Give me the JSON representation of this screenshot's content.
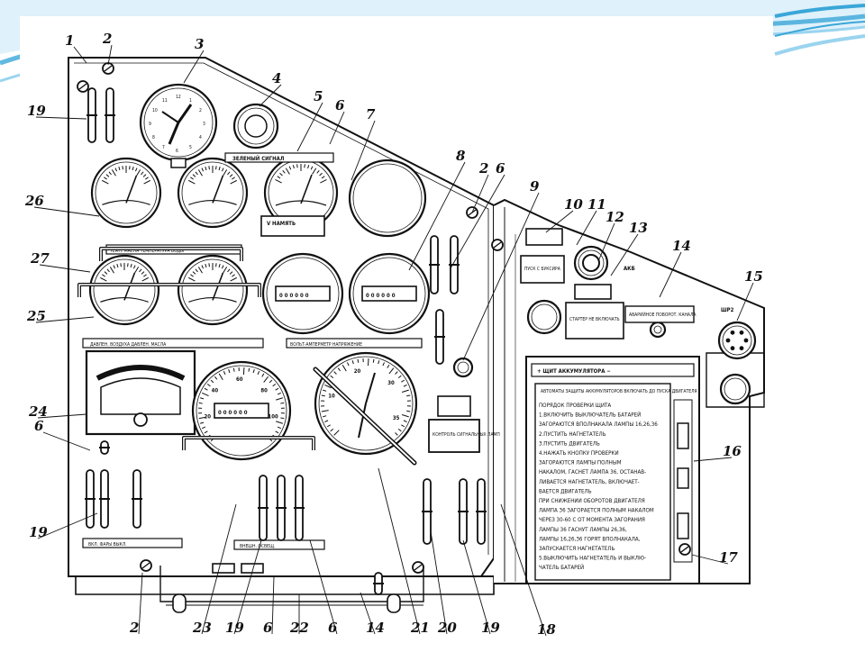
{
  "callouts": [
    {
      "n": "1"
    },
    {
      "n": "2"
    },
    {
      "n": "3"
    },
    {
      "n": "4"
    },
    {
      "n": "5"
    },
    {
      "n": "6"
    },
    {
      "n": "7"
    },
    {
      "n": "8"
    },
    {
      "n": "2"
    },
    {
      "n": "6"
    },
    {
      "n": "9"
    },
    {
      "n": "10"
    },
    {
      "n": "11"
    },
    {
      "n": "12"
    },
    {
      "n": "13"
    },
    {
      "n": "14"
    },
    {
      "n": "15"
    },
    {
      "n": "19"
    },
    {
      "n": "26"
    },
    {
      "n": "27"
    },
    {
      "n": "25"
    },
    {
      "n": "24"
    },
    {
      "n": "6"
    },
    {
      "n": "19"
    },
    {
      "n": "16"
    },
    {
      "n": "17"
    },
    {
      "n": "2"
    },
    {
      "n": "23"
    },
    {
      "n": "19"
    },
    {
      "n": "6"
    },
    {
      "n": "22"
    },
    {
      "n": "6"
    },
    {
      "n": "14"
    },
    {
      "n": "21"
    },
    {
      "n": "20"
    },
    {
      "n": "19"
    },
    {
      "n": "18"
    }
  ],
  "labels": {
    "signal_lamp": "ЗЕЛЕНЫЙ СИГНАЛ",
    "memory_sign": "V НАМЯТЬ",
    "temp_strip": "ТЕМП. МАСЛА  ТЕМПЕРАТУРА  ВОДЫ",
    "pressure_strip": "ДАВЛЕН. ВОЗДУХА      ДАВЛЕН. МАСЛА",
    "charge_strip": "ВОЛЬТ-АМПЕРМЕТР  НАПРЯЖЕНИЕ",
    "tow_start_box": "ПУСК С БУКСИРА",
    "start_box": "СТАРТЕР НЕ ВКЛЮЧАТЬ",
    "akb_label": "АКБ",
    "emergency_label": "АВАРИЙНОЕ ПОВОРОТ. КАНАЛА",
    "control_lamp": "КОНТРОЛЬ СИГНАЛЬНЫХ ЛАМП",
    "connector_sh2": "ШР2",
    "lower_left_strip": "ВКЛ. ФАРЫ  ВЫКЛ.",
    "lower_mid_strip": "ВНЕШН. ОСВЕЩ.",
    "plus_minus": "+  ЩИТ АККУМУЛЯТОРА  −",
    "dial_speedo": [
      "20",
      "40",
      "60",
      "80",
      "100"
    ],
    "dial_tacho": [
      "10",
      "20",
      "30",
      "35"
    ],
    "odometer": "000000",
    "counter_left": "000000",
    "counter_right": "000000",
    "instruction_panel": {
      "header": "АВТОМАТЫ ЗАЩИТЫ АККУМУЛЯТОРОВ ВКЛЮЧАТЬ ДО ПУСКА ДВИГАТЕЛЯ",
      "lines": [
        "ПОРЯДОК ПРОВЕРКИ ЩИТА",
        "1.ВКЛЮЧИТЬ ВЫКЛЮЧАТЕЛЬ БАТАРЕЙ",
        "ЗАГОРАЮТСЯ ВПОЛНАКАЛА ЛАМПЫ 16,26,36",
        "2.ПУСТИТЬ НАГНЕТАТЕЛЬ",
        "3.ПУСТИТЬ ДВИГАТЕЛЬ",
        "4.НАЖАТЬ КНОПКУ ПРОВЕРКИ",
        "ЗАГОРАЮТСЯ ЛАМПЫ ПОЛНЫМ",
        "НАКАЛОМ, ГАСНЕТ ЛАМПА 36, ОСТАНАВ-",
        "ЛИВАЕТСЯ НАГНЕТАТЕЛЬ, ВКЛЮЧАЕТ-",
        "ВАЕТСЯ ДВИГАТЕЛЬ",
        "ПРИ СНИЖЕНИИ ОБОРОТОВ ДВИГАТЕЛЯ",
        "ЛАМПА 36 ЗАГОРАЕТСЯ ПОЛНЫМ НАКАЛОМ",
        "ЧЕРЕЗ 30-60 С ОТ МОМЕНТА ЗАГОРАНИЯ",
        "ЛАМПЫ 36 ГАСНУТ ЛАМПЫ 26,36,",
        "ЛАМПЫ 16,26,36 ГОРЯТ ВПОЛНАКАЛА,",
        "ЗАПУСКАЕТСЯ НАГНЕТАТЕЛЬ",
        "5.ВЫКЛЮЧИТЬ НАГНЕТАТЕЛЬ И ВЫКЛЮ-",
        "ЧАТЕЛЬ БАТАРЕЙ"
      ]
    }
  },
  "colors": {
    "ink": "#111111",
    "paper": "#ffffff",
    "slide_swoosh": "#3aa6d8",
    "slide_swoosh_light": "#9ad4ef"
  }
}
